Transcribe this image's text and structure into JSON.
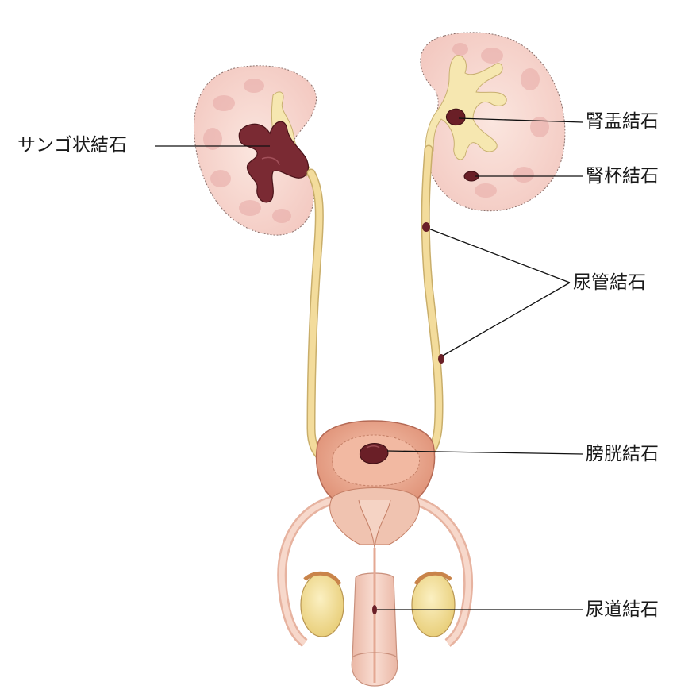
{
  "labels": {
    "staghorn": "サンゴ状結石",
    "renal_pelvis": "腎盂結石",
    "renal_calyx": "腎杯結石",
    "ureteral": "尿管結石",
    "bladder": "膀胱結石",
    "urethral": "尿道結石"
  },
  "colors": {
    "kidney_fill": "#f7d6cf",
    "kidney_spots": "#e8a9a7",
    "collecting_system": "#f6e7b0",
    "ureter": "#f3dc9c",
    "stone": "#6a1f27",
    "bladder_wall": "#e9a58a",
    "bladder_inner": "#f2b9a2",
    "testis": "#f4e29a",
    "penis": "#f6cfc0",
    "leader_line": "#111111"
  }
}
